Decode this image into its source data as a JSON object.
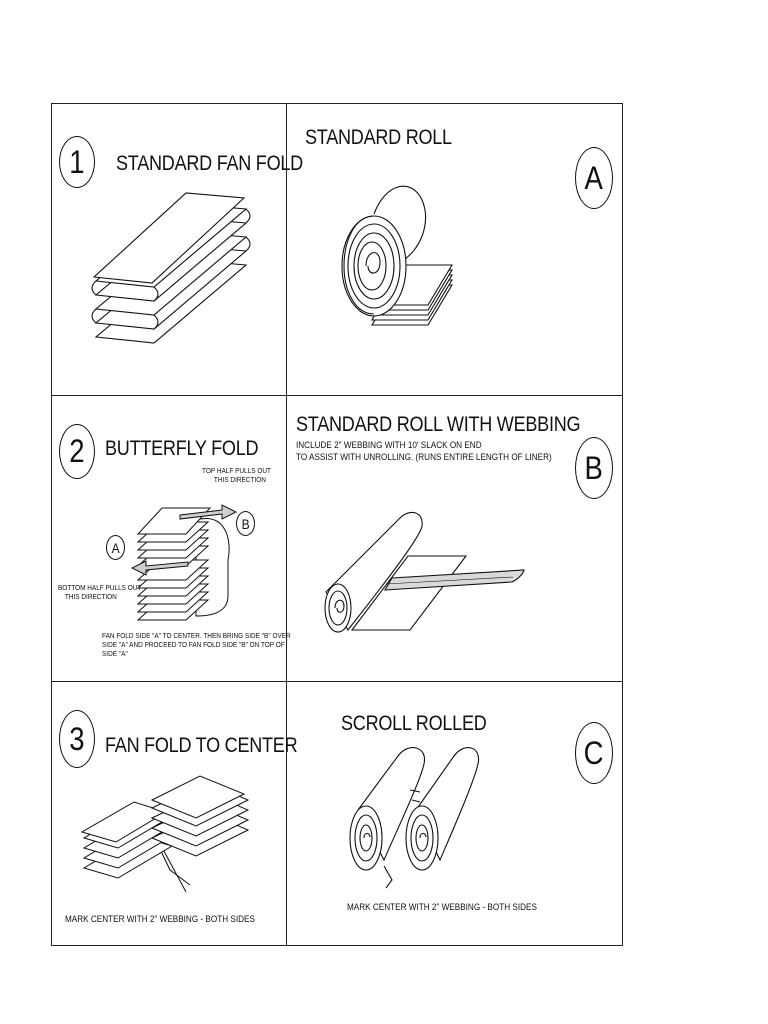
{
  "panels": [
    {
      "number": "1",
      "title": "STANDARD FAN FOLD"
    },
    {
      "number": "2",
      "title": "BUTTERFLY FOLD",
      "top_note": [
        "TOP HALF PULLS OUT",
        "THIS DIRECTION"
      ],
      "bottom_note": [
        "BOTTOM HALF PULLS OUT",
        "THIS DIRECTION"
      ],
      "side_a": "A",
      "side_b": "B",
      "instructions": [
        "FAN FOLD SIDE \"A\" TO CENTER. THEN BRING SIDE \"B\" OVER",
        "SIDE \"A\" AND PROCEED TO FAN FOLD SIDE \"B\" ON TOP OF",
        "SIDE \"A\""
      ]
    },
    {
      "number": "3",
      "title": "FAN FOLD TO CENTER",
      "caption": "MARK CENTER WITH 2\" WEBBING - BOTH SIDES"
    }
  ],
  "rolls": [
    {
      "letter": "A",
      "title": "STANDARD ROLL"
    },
    {
      "letter": "B",
      "title": "STANDARD ROLL WITH WEBBING",
      "note": [
        "INCLUDE 2\" WEBBING WITH 10' SLACK ON END",
        "TO ASSIST WITH UNROLLING. (RUNS ENTIRE LENGTH OF LINER)"
      ]
    },
    {
      "letter": "C",
      "title": "SCROLL ROLLED",
      "caption": "MARK CENTER WITH 2\" WEBBING - BOTH SIDES"
    }
  ]
}
